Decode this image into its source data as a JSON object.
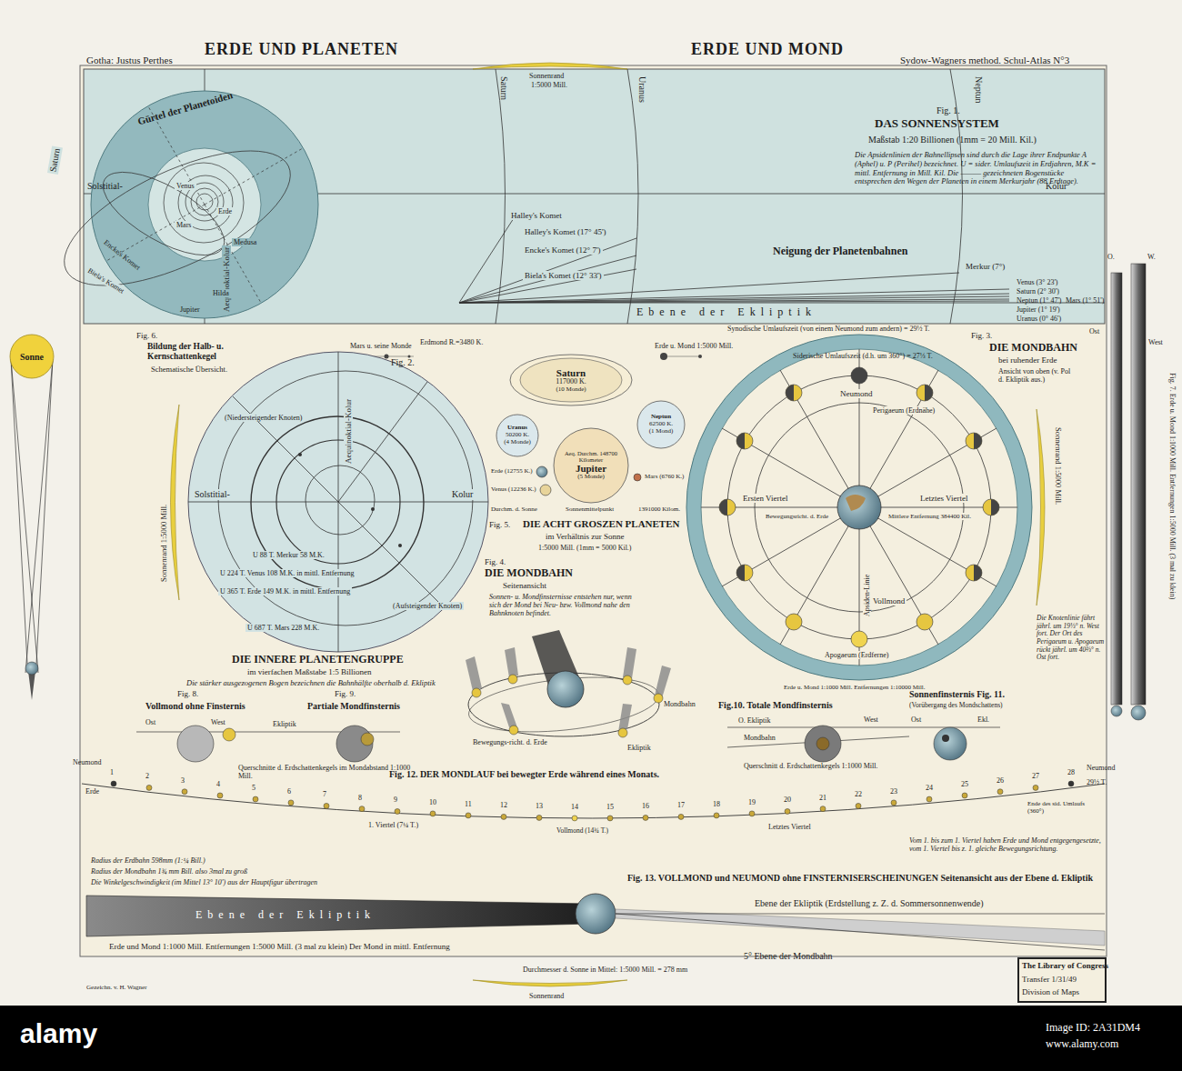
{
  "diagram": {
    "title": "ERDE UND PLANETEN",
    "nodes": [
      {
        "text": [
          "Sonne"
        ]
      },
      {
        "text": [
          "Saturn",
          "117000 K.",
          "(10 Monde)"
        ]
      },
      {
        "text": [
          "Uranus",
          "50200 K.",
          "(4 Monde)"
        ]
      },
      {
        "text": [
          "Neptun",
          "62500 K.",
          "(1 Mond)"
        ]
      },
      {
        "text": [
          "Aeq. Durchm. 148700 Kilometer",
          "Jupiter",
          "(5 Monde)"
        ]
      },
      {
        "text": [
          "Erde (12755 K.)"
        ]
      },
      {
        "text": [
          "Mars (6760 K.)"
        ]
      },
      {
        "text": [
          "Venus (12236 K.)"
        ]
      }
    ],
    "labels": [
      "ERDE UND MOND",
      "Gotha: Justus Perthes",
      "Sydow-Wagners method. Schul-Atlas N°3",
      "Sonnenrand",
      "1:5000 Mill.",
      "Fig. 1.",
      "DAS SONNENSYSTEM",
      "Maßstab 1:20 Billionen (1mm = 20 Mill. Kil.)",
      "Die Apsidenlinien der Bahnellipsen sind durch die Lage ihrer Endpunkte A (Aphel) u. P (Perihel) bezeichnet. U = sider. Umlaufszeit in Erdjahren, M.K = mittl. Entfernung in Mill. Kil. Die ——— gezeichneten Bogenstücke entsprechen den Wegen der Planeten in einem Merkurjahr (88 Erdtage).",
      "Solstitial-",
      "Kolur",
      "Gürtel der Planetoiden",
      "Saturn",
      "Uranus",
      "Neptun",
      "Saturn",
      "Aequinoktial-Kolur",
      "Venus",
      "Erde",
      "Mars",
      "Medusa",
      "Hilda",
      "Jupiter",
      "Encke's Komet",
      "Biela's Komet",
      "Halley's Komet",
      "Halley's Komet (17° 45')",
      "Encke's Komet (12° 7')",
      "Biela's Komet (12° 33')",
      "Neigung der Planetenbahnen",
      "Merkur (7°)",
      "Venus (3° 23')",
      "Saturn (2° 30')",
      "Neptun (1° 47')",
      "Mars (1° 51')",
      "Jupiter (1° 19')",
      "Uranus (0° 46')",
      "Ebene der Ekliptik",
      "Mars u. seine Monde",
      "Erdmond R.=3480 K.",
      "Erde u. Mond 1:5000 Mill.",
      "Fig. 6.",
      "Bildung der Halb- u. Kernschattenkegel",
      "Schematische Übersicht.",
      "Fig. 2.",
      "(Niedersteigender Knoten)",
      "Aequinoktial-Kolur",
      "Solstitial-",
      "Kolur",
      "Sonnenrand 1:5000 Mill.",
      "U 88 T. Merkur 58 M.K.",
      "U 224 T. Venus 108 M.K. in mittl. Entfernung",
      "U 365 T. Erde 149 M.K. in mittl. Entfernung",
      "U 687 T. Mars 228 M.K.",
      "(Aufsteigender Knoten)",
      "DIE INNERE PLANETENGRUPPE",
      "im vierfachen Maßstabe 1:5 Billionen",
      "Die stärker ausgezogenen Bogen bezeichnen die Bahnhälfte oberhalb d. Ekliptik",
      "Durchm. d. Sonne",
      "Sonnenmittelpunkt",
      "1391000 Kilom.",
      "Fig. 5.",
      "DIE ACHT GROSZEN PLANETEN",
      "im Verhältnis zur Sonne",
      "1:5000 Mill. (1mm = 5000 Kil.)",
      "Fig. 4.",
      "DIE MONDBAHN",
      "Seitenansicht",
      "Sonnen- u. Mondfinsternisse entstehen nur, wenn sich der Mond bei Neu- bzw. Vollmond nahe den Bahnknoten befindet.",
      "Fig. 3.",
      "DIE MONDBAHN",
      "bei ruhender Erde",
      "Ansicht von oben (v. Pol d. Ekliptik aus.)",
      "Synodische Umlaufszeit (von einem Neumond zum andern) = 29½ T.",
      "Siderische Umlaufszeit (d.h. um 360°) = 27⅓ T.",
      "Neumond",
      "Perigaeum (Erdnähe)",
      "Ersten Viertel",
      "Bewegungsricht. d. Erde",
      "Mittlere Entfernung 384400 Kil.",
      "Letztes Viertel",
      "Apsiden-Linie",
      "Vollmond",
      "Apogaeum (Erdferne)",
      "Erde u. Mond 1:1000 Mill. Entfernungen 1:10000 Mill.",
      "Sonnenrand 1:5000 Mill.",
      "Die Knotenlinie fährt jährl. um 19⅓° n. West fort. Der Ort des Perigaeum u. Apogaeum rückt jährl. um 40⅔° n. Ost fort.",
      "O.",
      "W.",
      "Ost",
      "West",
      "Fig. 7. Erde u. Mond 1:1000 Mill. Entfernungen 1:5000 Mill. (3 mal zu klein)",
      "Fig. 8.",
      "Vollmond ohne Finsternis",
      "Ost",
      "West",
      "Fig. 9.",
      "Partiale Mondfinsternis",
      "Ekliptik",
      "Querschnitte d. Erdschattenkegels im Mondabstand 1:1000 Mill.",
      "Fig.10. Totale Mondfinsternis",
      "Sonnenfinsternis Fig. 11.",
      "(Vorübergang des Mondschattens)",
      "O. Ekliptik",
      "Mondbahn",
      "West",
      "Ost",
      "Ekl.",
      "Querschnitt d. Erdschattenkegels 1:1000 Mill.",
      "Bewegungs-richt. d. Erde",
      "Mondbahn",
      "Ekliptik",
      "Neumond",
      "Erde",
      "Fig. 12. DER MONDLAUF bei bewegter Erde während eines Monats.",
      "Neumond",
      "29½ T.",
      "Ende des sid. Umlaufs (360°)",
      "Letztes Viertel",
      "1. Viertel (7¼ T.)",
      "Vollmond (14¾ T.)",
      "Radius der Erdbahn 598mm (1:¼ Bill.)",
      "Radius der Mondbahn 1¾ mm Bill. also 3mal zu groß",
      "Die Winkelgeschwindigkeit (im Mittel 13° 10') aus der Hauptfigur übertragen",
      "Vom 1. bis zum 1. Viertel haben Erde und Mond entgegengesetzte, vom 1. Viertel bis z. 1. gleiche Bewegungsrichtung.",
      "Fig. 13. VOLLMOND und NEUMOND ohne FINSTERNISERSCHEINUNGEN Seitenansicht aus der Ebene d. Ekliptik",
      "Ebene der Ekliptik",
      "Ebene der Ekliptik (Erdstellung z. Z. d. Sommersonnenwende)",
      "5° Ebene der Mondbahn",
      "Erde und Mond 1:1000 Mill. Entfernungen 1:5000 Mill. (3 mal zu klein) Der Mond in mittl. Entfernung",
      "Gezeichn. v. H. Wagner",
      "Durchmesser d. Sonne in Mittel: 1:5000 Mill. = 278 mm",
      "Sonnenrand",
      "The Library of Congress",
      "Transfer 1/31/49",
      "Division of Maps",
      "Image ID: 2A31DM4",
      "www.alamy.com",
      "alamy",
      "1",
      "2",
      "3",
      "4",
      "5",
      "6",
      "7",
      "8",
      "9",
      "10",
      "11",
      "12",
      "13",
      "14",
      "15",
      "16",
      "17",
      "18",
      "19",
      "20",
      "21",
      "22",
      "23",
      "24",
      "25",
      "26",
      "27",
      "28"
    ]
  }
}
